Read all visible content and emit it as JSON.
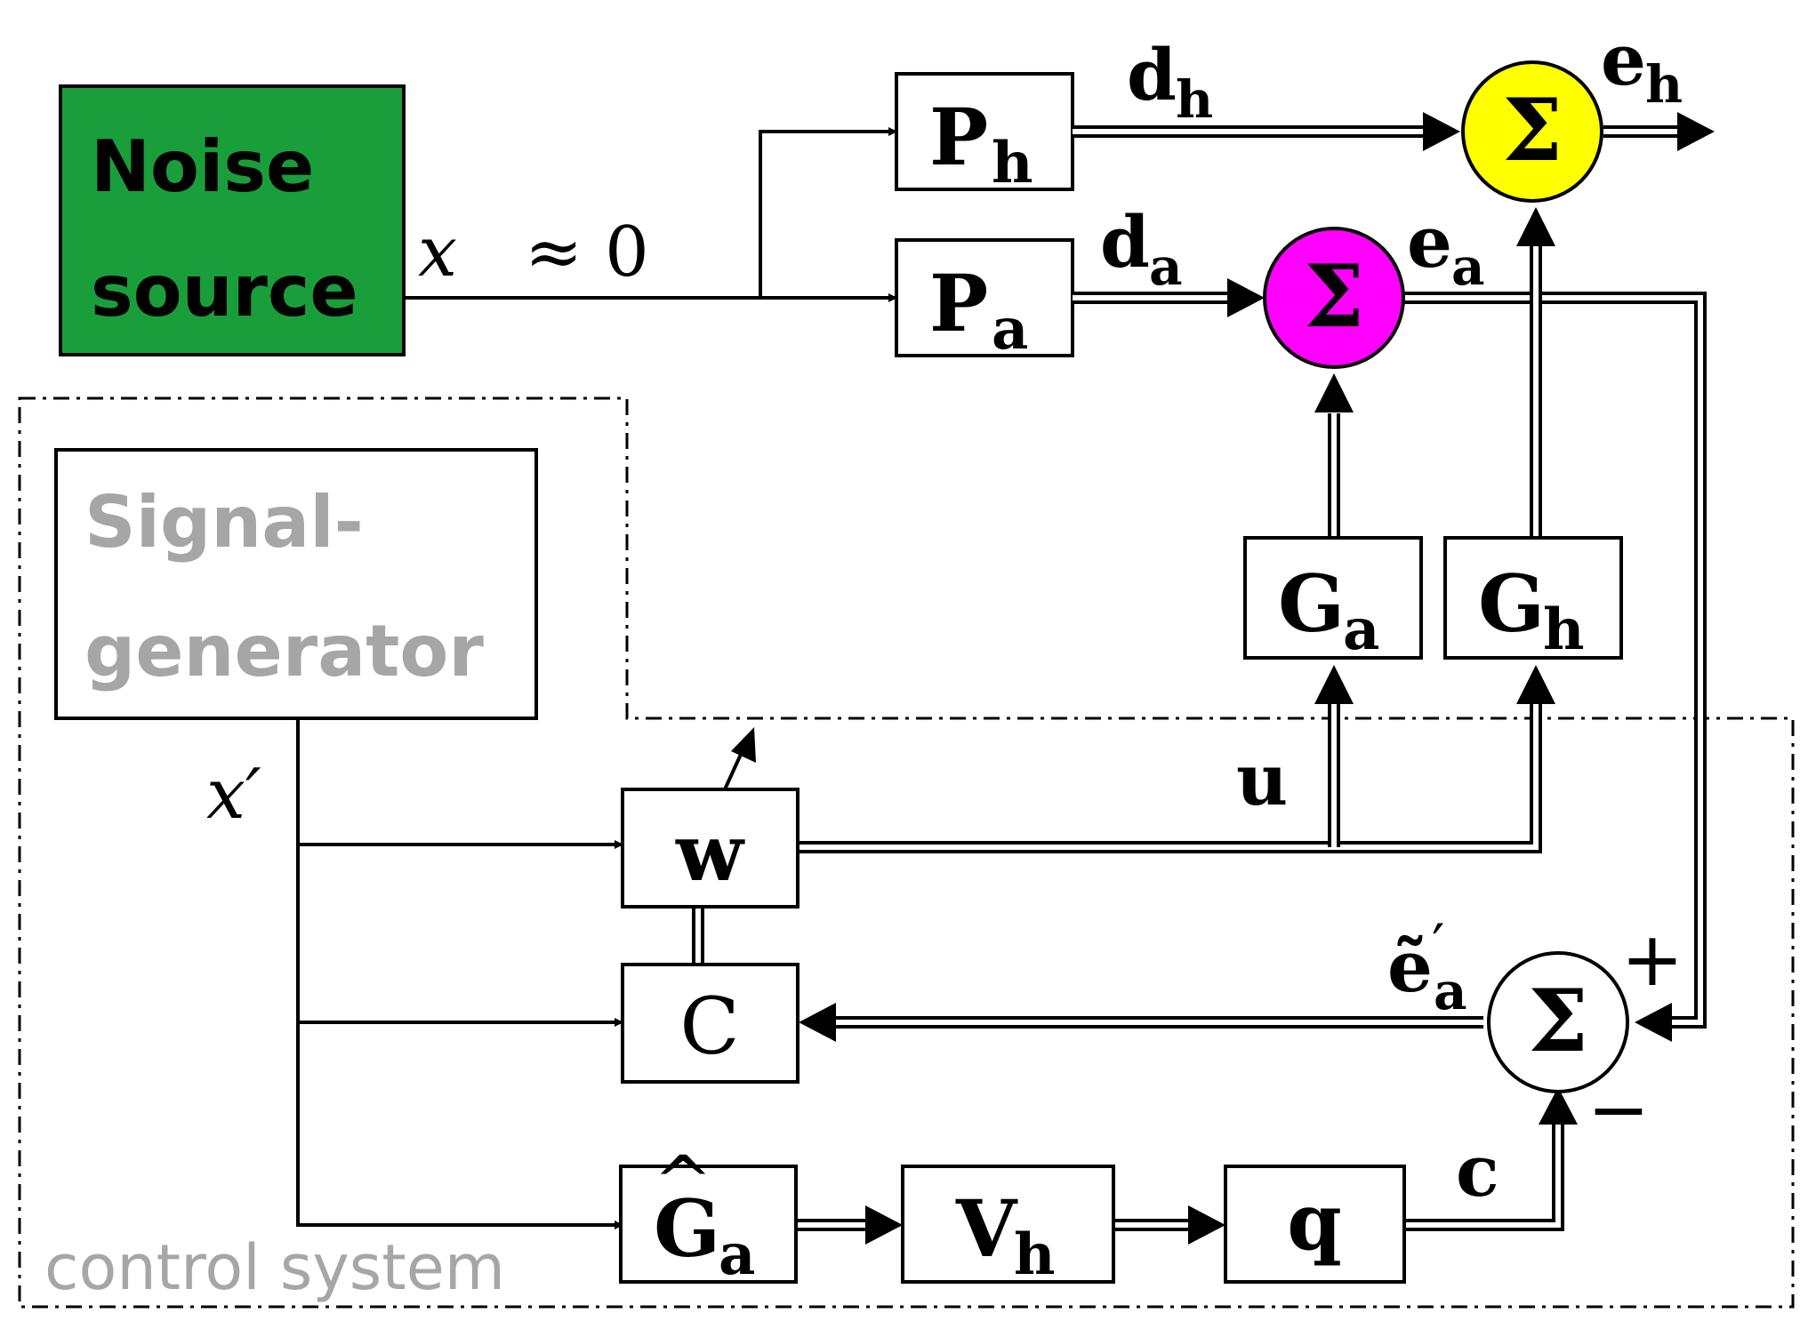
{
  "diagram": {
    "noise_source": {
      "label_line1": "Noise",
      "label_line2": "source",
      "color": "#1a9e3c"
    },
    "signal_generator": {
      "label_line1": "Signal-",
      "label_line2": "generator",
      "text_color": "#a6a6a6"
    },
    "control_system_label": "control system",
    "inputs": {
      "x": "x",
      "approx": "≈ 0",
      "x_prime": "x′"
    },
    "blocks": {
      "Ph": {
        "main": "P",
        "sub": "h"
      },
      "Pa": {
        "main": "P",
        "sub": "a"
      },
      "Ga": {
        "main": "G",
        "sub": "a"
      },
      "Gh": {
        "main": "G",
        "sub": "h"
      },
      "w": {
        "main": "w"
      },
      "C": {
        "main": "C"
      },
      "Ga_hat": {
        "main": "G",
        "sub": "a",
        "hat": "^"
      },
      "Vh": {
        "main": "V",
        "sub": "h"
      },
      "q": {
        "main": "q"
      }
    },
    "summers": {
      "sum_h": {
        "symbol": "Σ",
        "color": "#ffff00"
      },
      "sum_a": {
        "symbol": "Σ",
        "color": "#ff00ff"
      },
      "sum_ctrl": {
        "symbol": "Σ",
        "color": "#ffffff",
        "plus": "+",
        "minus": "−"
      }
    },
    "signals": {
      "dh": {
        "main": "d",
        "sub": "h"
      },
      "da": {
        "main": "d",
        "sub": "a"
      },
      "eh": {
        "main": "e",
        "sub": "h"
      },
      "ea": {
        "main": "e",
        "sub": "a"
      },
      "u": "u",
      "c": "c",
      "ea_tilde": {
        "main": "ẽ",
        "prime": "′",
        "sub": "a"
      }
    }
  }
}
